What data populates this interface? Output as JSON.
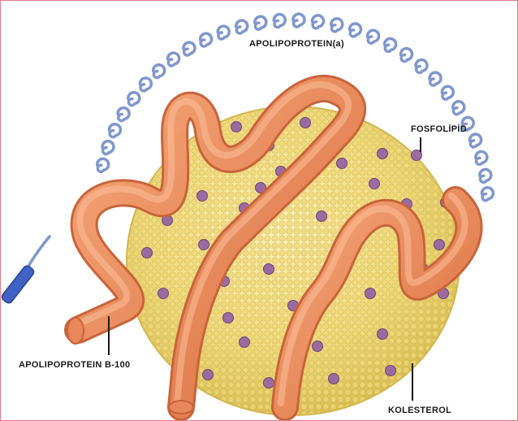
{
  "labels": {
    "apolipoprotein_a": "APOLIPOPROTEIN(a)",
    "fosfolipid": "FOSFOLİPİD",
    "apolipoprotein_b100": "APOLIPOPROTEIN B-100",
    "kolesterol": "KOLESTEROL"
  },
  "colors": {
    "frame_border": "#e07a8c",
    "lipid_core": "#f1de86",
    "lipid_bead": "#e9cf63",
    "protein_tube": "#ec8a5a",
    "apo_a_coil": "#7f97cc",
    "apo_a_tip": "#3f62c4",
    "cholesterol_dot": "#9a6ba0",
    "leader_line": "#1a1a1a"
  },
  "icons": {
    "coil": "kringle-coil",
    "core": "lipid-sphere"
  }
}
